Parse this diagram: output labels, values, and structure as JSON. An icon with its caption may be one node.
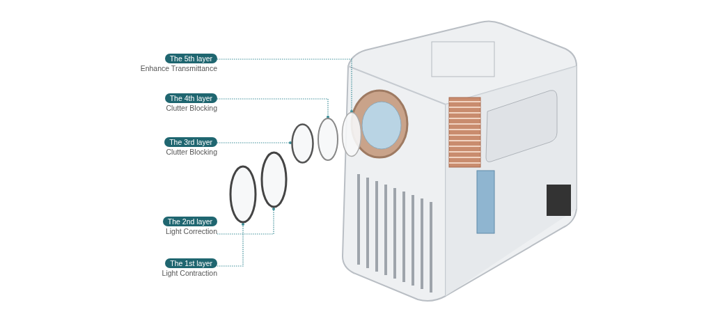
{
  "diagram": {
    "nodes": [
      {
        "text": [
          "The 5th layer",
          "Enhance Transmittance"
        ]
      },
      {
        "text": [
          "The 4th layer",
          "Clutter Blocking"
        ]
      },
      {
        "text": [
          "The 3rd layer",
          "Clutter Blocking"
        ]
      },
      {
        "text": [
          "The 2nd layer",
          "Light Correction"
        ]
      },
      {
        "text": [
          "The 1st layer",
          "Light Contraction"
        ]
      },
      {
        "text": [],
        "shape": "circle"
      },
      {
        "text": [],
        "shape": "circle"
      },
      {
        "text": [],
        "shape": "circle"
      },
      {
        "text": [],
        "shape": "circle"
      },
      {
        "text": [],
        "shape": "circle"
      }
    ],
    "edges": [
      {
        "from": 0,
        "to": 9,
        "arrow": "other"
      },
      {
        "from": 1,
        "to": 8,
        "arrow": "other"
      },
      {
        "from": 2,
        "to": 7,
        "arrow": "other"
      },
      {
        "from": 3,
        "to": 6,
        "arrow": "other"
      },
      {
        "from": 4,
        "to": 5,
        "arrow": "other"
      }
    ]
  }
}
